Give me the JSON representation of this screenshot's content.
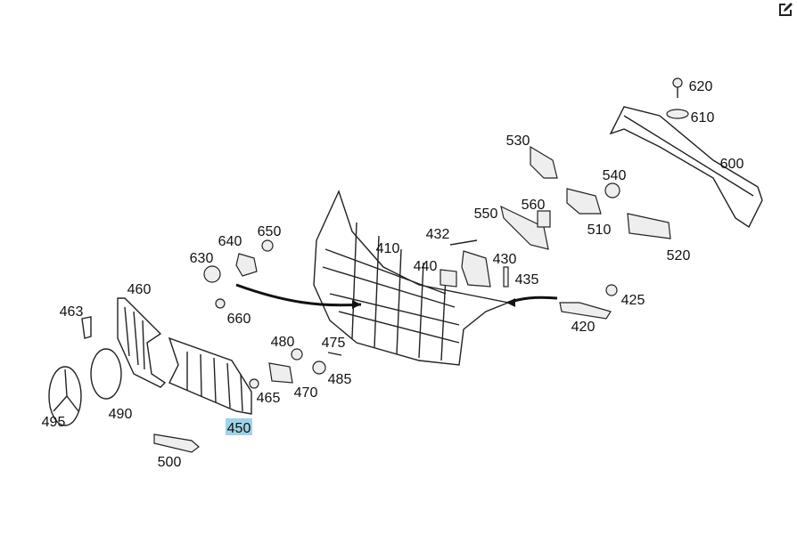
{
  "toolbar": {
    "edit_icon": "edit-icon"
  },
  "highlight_color": "#9fd3e8",
  "labels": [
    "620",
    "610",
    "530",
    "600",
    "540",
    "560",
    "550",
    "510",
    "650",
    "640",
    "432",
    "410",
    "520",
    "630",
    "440",
    "430",
    "435",
    "460",
    "425",
    "463",
    "660",
    "420",
    "480",
    "475",
    "485",
    "470",
    "465",
    "490",
    "495",
    "450",
    "500"
  ],
  "highlighted": "450"
}
